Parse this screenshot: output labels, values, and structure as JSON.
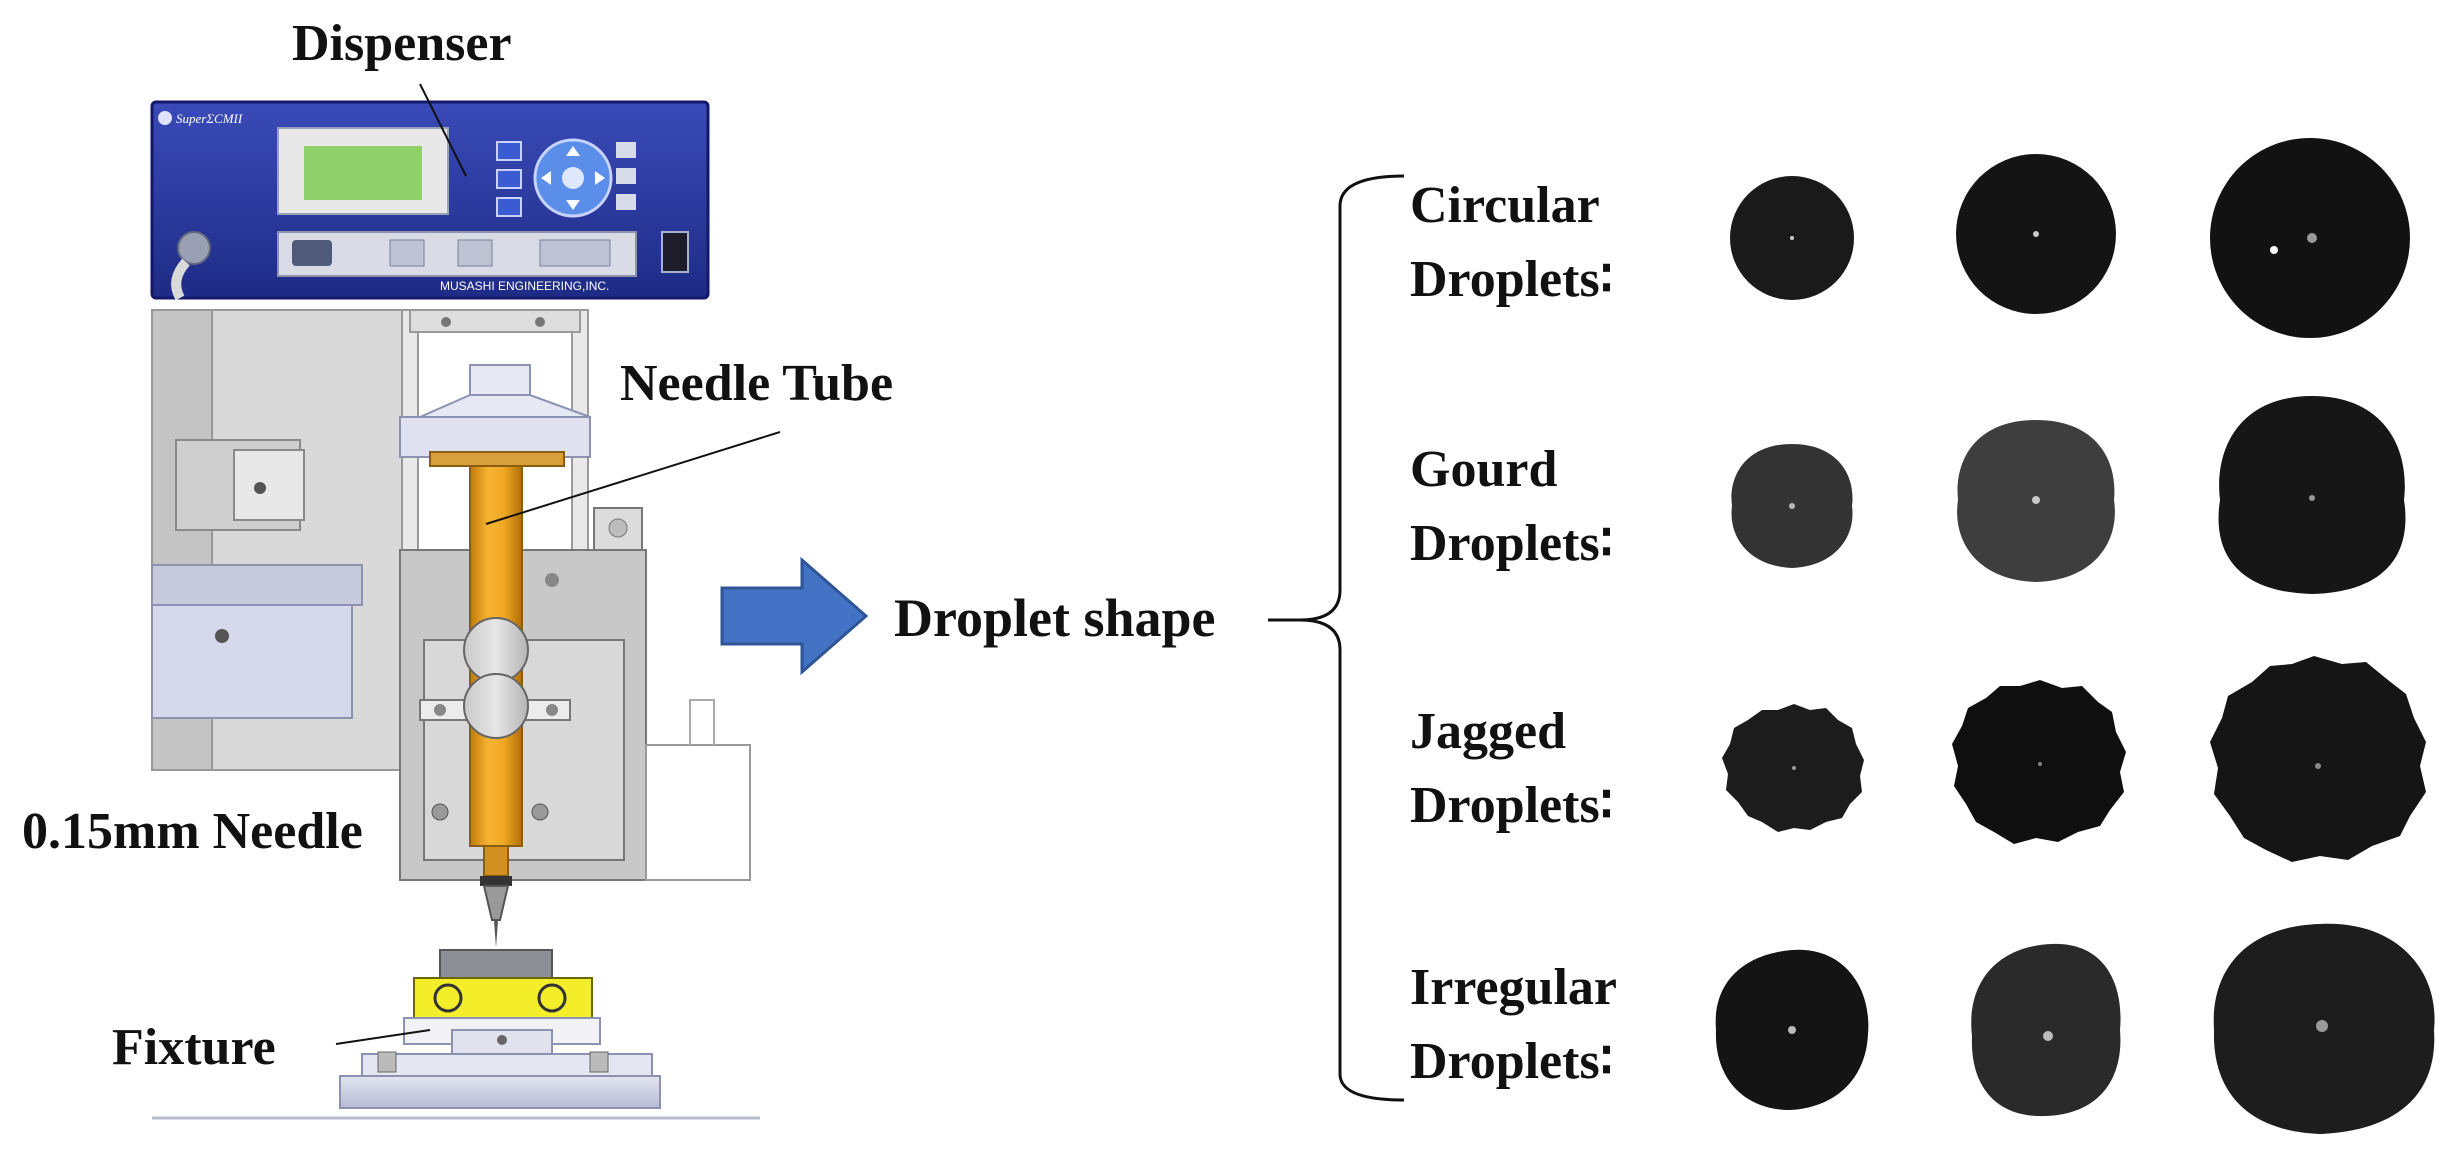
{
  "labels": {
    "dispenser": "Dispenser",
    "needle_tube": "Needle Tube",
    "needle": "0.15mm Needle",
    "fixture": "Fixture",
    "droplet_shape": "Droplet shape"
  },
  "device_text": {
    "brand": "SuperΣCMII",
    "maker": "MUSASHI ENGINEERING,INC."
  },
  "rows": [
    {
      "line1": "Circular",
      "line2": "Droplets∶"
    },
    {
      "line1": "Gourd",
      "line2": "Droplets∶"
    },
    {
      "line1": "Jagged",
      "line2": "Droplets∶"
    },
    {
      "line1": "Irregular",
      "line2": "Droplets∶"
    }
  ],
  "colors": {
    "arrow": "#4472c4",
    "arrow_border": "#2f5597",
    "dispenser_panel": "#2c3a9c",
    "screen": "#8fd06a",
    "needle_tube": "#e8a21a",
    "fixture": "#f4ee2a",
    "droplet_dark": "#1a1a1a",
    "droplet_gray": "#3a3a3a"
  }
}
